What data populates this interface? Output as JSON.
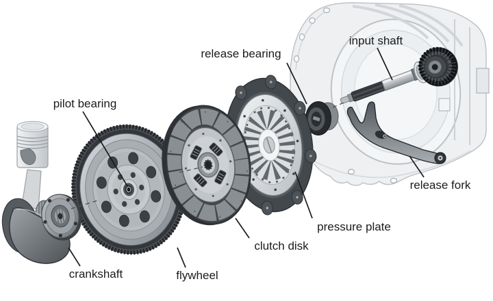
{
  "figure": {
    "subject": "exploded view diagram of an automotive clutch assembly",
    "background_color": "#ffffff",
    "label_text_color": "#1b1b1b",
    "leader_line_color": "#1b1b1b",
    "palette": {
      "dark_metal": "#34383c",
      "mid_metal": "#878c90",
      "light_metal": "#c9cdd1",
      "housing_gray": "#edeff1"
    },
    "labels": {
      "pilot_bearing": "pilot bearing",
      "release_bearing": "release bearing",
      "input_shaft": "input shaft",
      "release_fork": "release fork",
      "pressure_plate": "pressure plate",
      "clutch_disk": "clutch disk",
      "flywheel": "flywheel",
      "crankshaft": "crankshaft"
    }
  }
}
